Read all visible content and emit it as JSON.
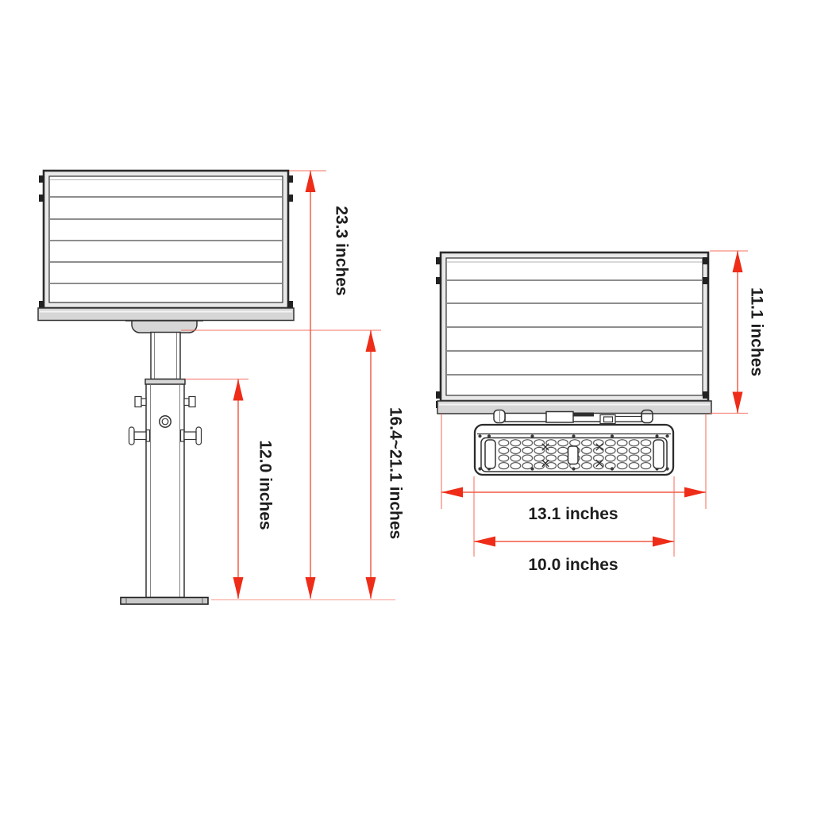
{
  "colors": {
    "dimension_line": "#f4604d",
    "dimension_arrow": "#ee2c18",
    "label_text": "#1d1d1d",
    "drawing_line": "#333333",
    "background": "#ffffff"
  },
  "views": {
    "side": {
      "dimensions": {
        "total_height": {
          "label": "23.3 inches",
          "orientation": "vertical"
        },
        "adjustable_height": {
          "label": "16.4~21.1 inches",
          "orientation": "vertical"
        },
        "pole_height": {
          "label": "12.0 inches",
          "orientation": "vertical"
        }
      }
    },
    "front": {
      "dimensions": {
        "panel_height": {
          "label": "11.1 inches",
          "orientation": "vertical"
        },
        "panel_width": {
          "label": "13.1 inches",
          "orientation": "horizontal"
        },
        "light_width": {
          "label": "10.0 inches",
          "orientation": "horizontal"
        }
      }
    }
  }
}
